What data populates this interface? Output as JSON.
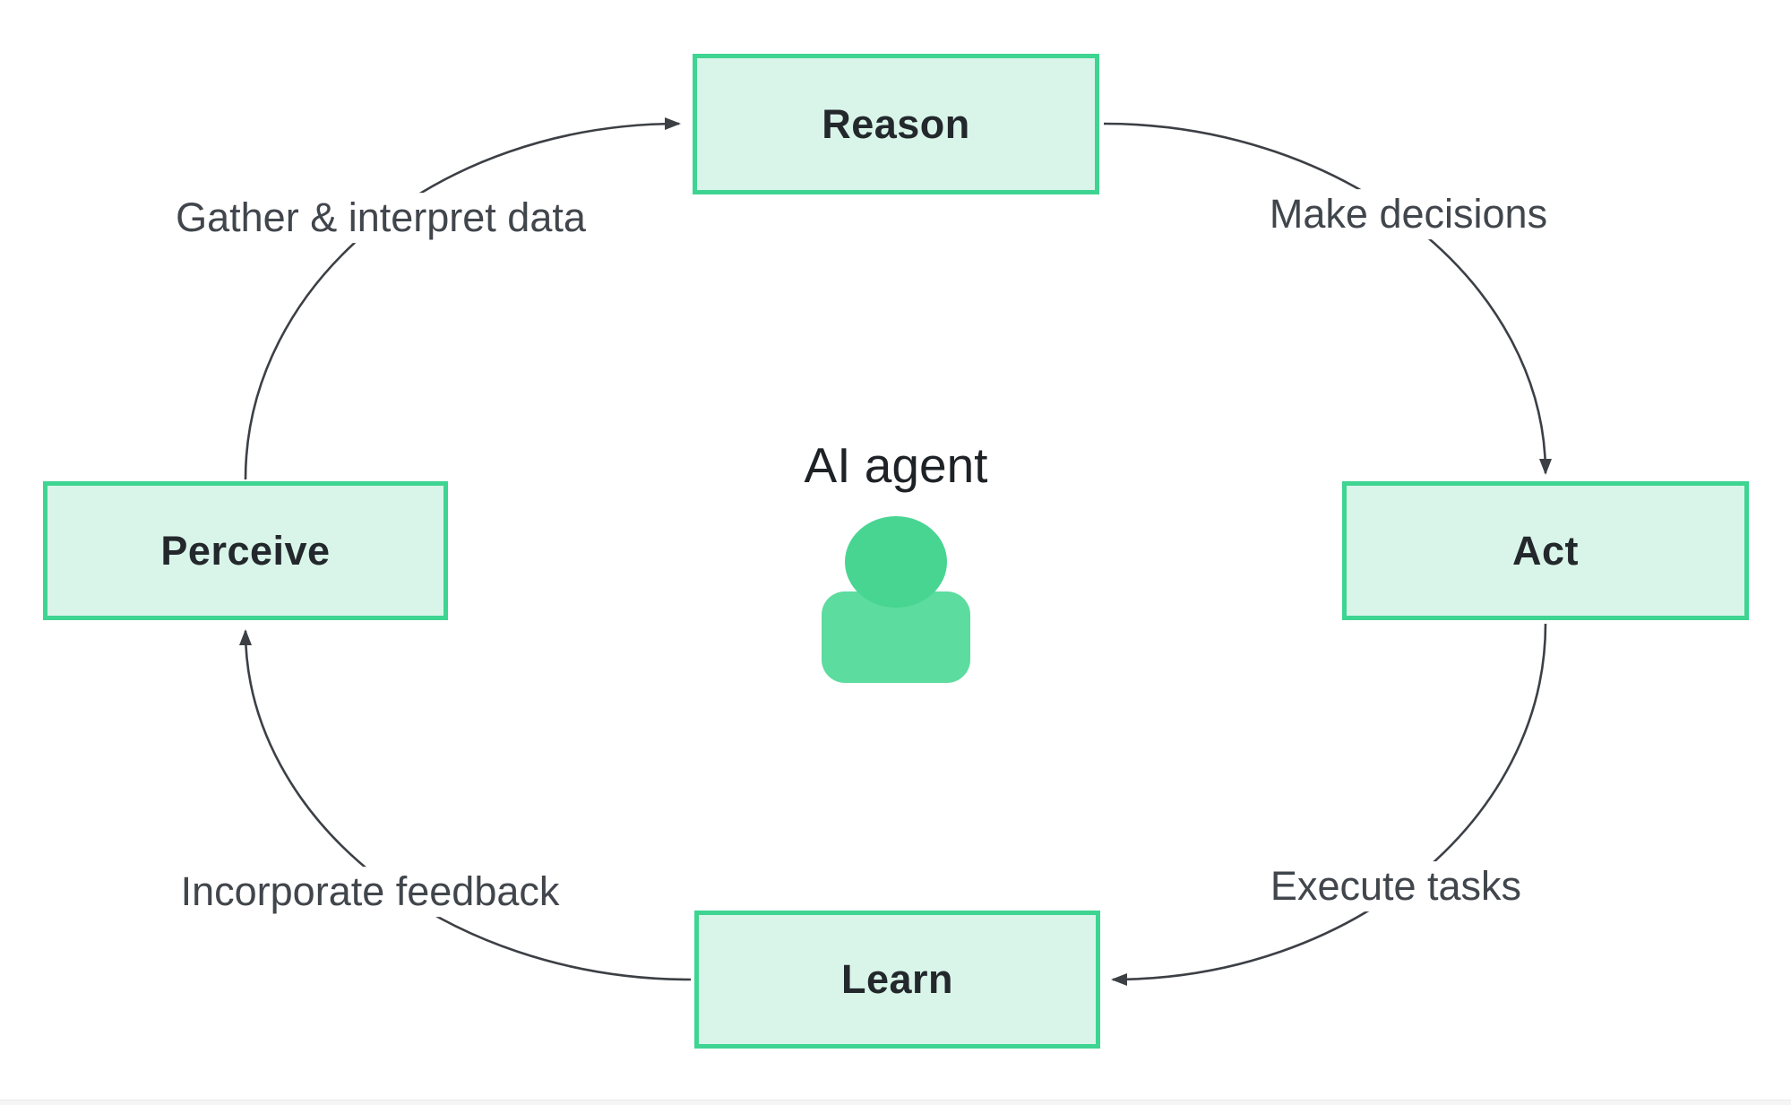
{
  "diagram": {
    "center": {
      "title": "AI agent",
      "icon": "person-icon"
    },
    "nodes": [
      {
        "id": "reason",
        "label": "Reason"
      },
      {
        "id": "act",
        "label": "Act"
      },
      {
        "id": "learn",
        "label": "Learn"
      },
      {
        "id": "perceive",
        "label": "Perceive"
      }
    ],
    "edges": [
      {
        "from": "perceive",
        "to": "reason",
        "label": "Gather & interpret data"
      },
      {
        "from": "reason",
        "to": "act",
        "label": "Make decisions"
      },
      {
        "from": "act",
        "to": "learn",
        "label": "Execute tasks"
      },
      {
        "from": "learn",
        "to": "perceive",
        "label": "Incorporate feedback"
      }
    ]
  },
  "colors": {
    "node-fill": "#d9f5e9",
    "node-border": "#3ed492",
    "node-text": "#23282c",
    "label-text": "#41464c",
    "line": "#3c4045",
    "title-text": "#1e2226",
    "icon-head": "#48d592",
    "icon-body": "#5cdc9f",
    "page-bg": "#ffffff",
    "footer-bg": "#f5f5f6",
    "footer-border": "#e8e8e9"
  }
}
